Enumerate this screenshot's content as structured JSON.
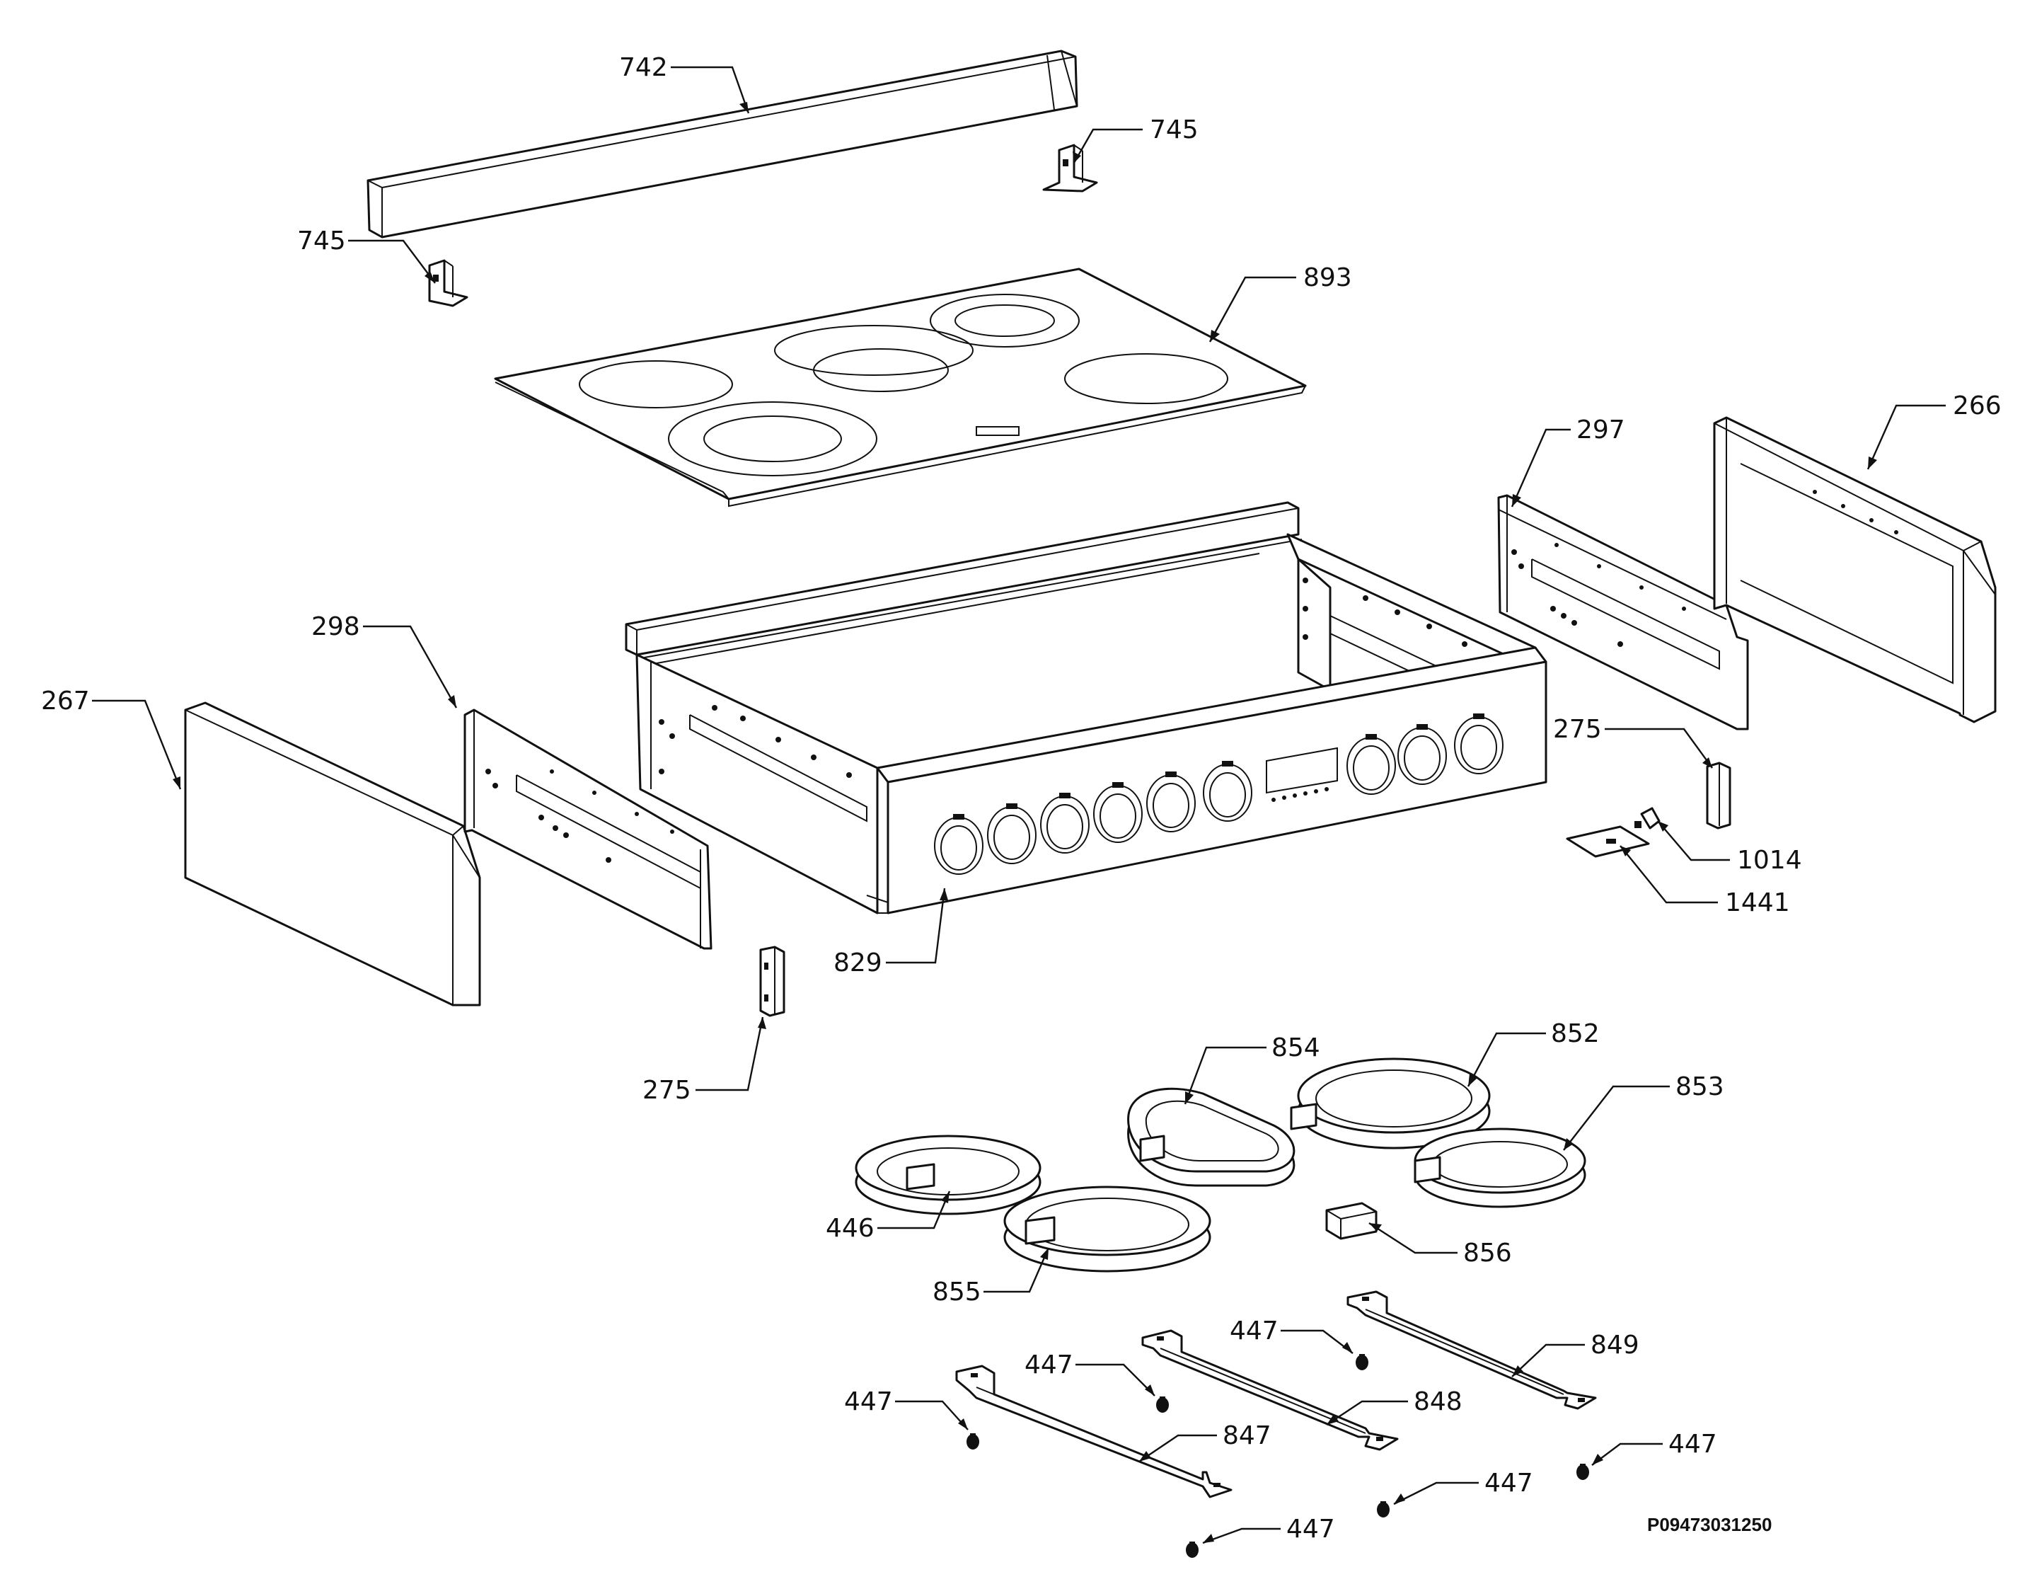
{
  "diagram": {
    "document_id": "P09473031250",
    "callouts": [
      {
        "id": "c742",
        "label": "742"
      },
      {
        "id": "c745a",
        "label": "745"
      },
      {
        "id": "c745b",
        "label": "745"
      },
      {
        "id": "c893",
        "label": "893"
      },
      {
        "id": "c297",
        "label": "297"
      },
      {
        "id": "c266",
        "label": "266"
      },
      {
        "id": "c298",
        "label": "298"
      },
      {
        "id": "c267",
        "label": "267"
      },
      {
        "id": "c275a",
        "label": "275"
      },
      {
        "id": "c275b",
        "label": "275"
      },
      {
        "id": "c1014",
        "label": "1014"
      },
      {
        "id": "c1441",
        "label": "1441"
      },
      {
        "id": "c829",
        "label": "829"
      },
      {
        "id": "c854",
        "label": "854"
      },
      {
        "id": "c852",
        "label": "852"
      },
      {
        "id": "c853",
        "label": "853"
      },
      {
        "id": "c446",
        "label": "446"
      },
      {
        "id": "c856",
        "label": "856"
      },
      {
        "id": "c855",
        "label": "855"
      },
      {
        "id": "c849",
        "label": "849"
      },
      {
        "id": "c848",
        "label": "848"
      },
      {
        "id": "c847",
        "label": "847"
      },
      {
        "id": "c447a",
        "label": "447"
      },
      {
        "id": "c447b",
        "label": "447"
      },
      {
        "id": "c447c",
        "label": "447"
      },
      {
        "id": "c447d",
        "label": "447"
      },
      {
        "id": "c447e",
        "label": "447"
      },
      {
        "id": "c447f",
        "label": "447"
      }
    ]
  }
}
